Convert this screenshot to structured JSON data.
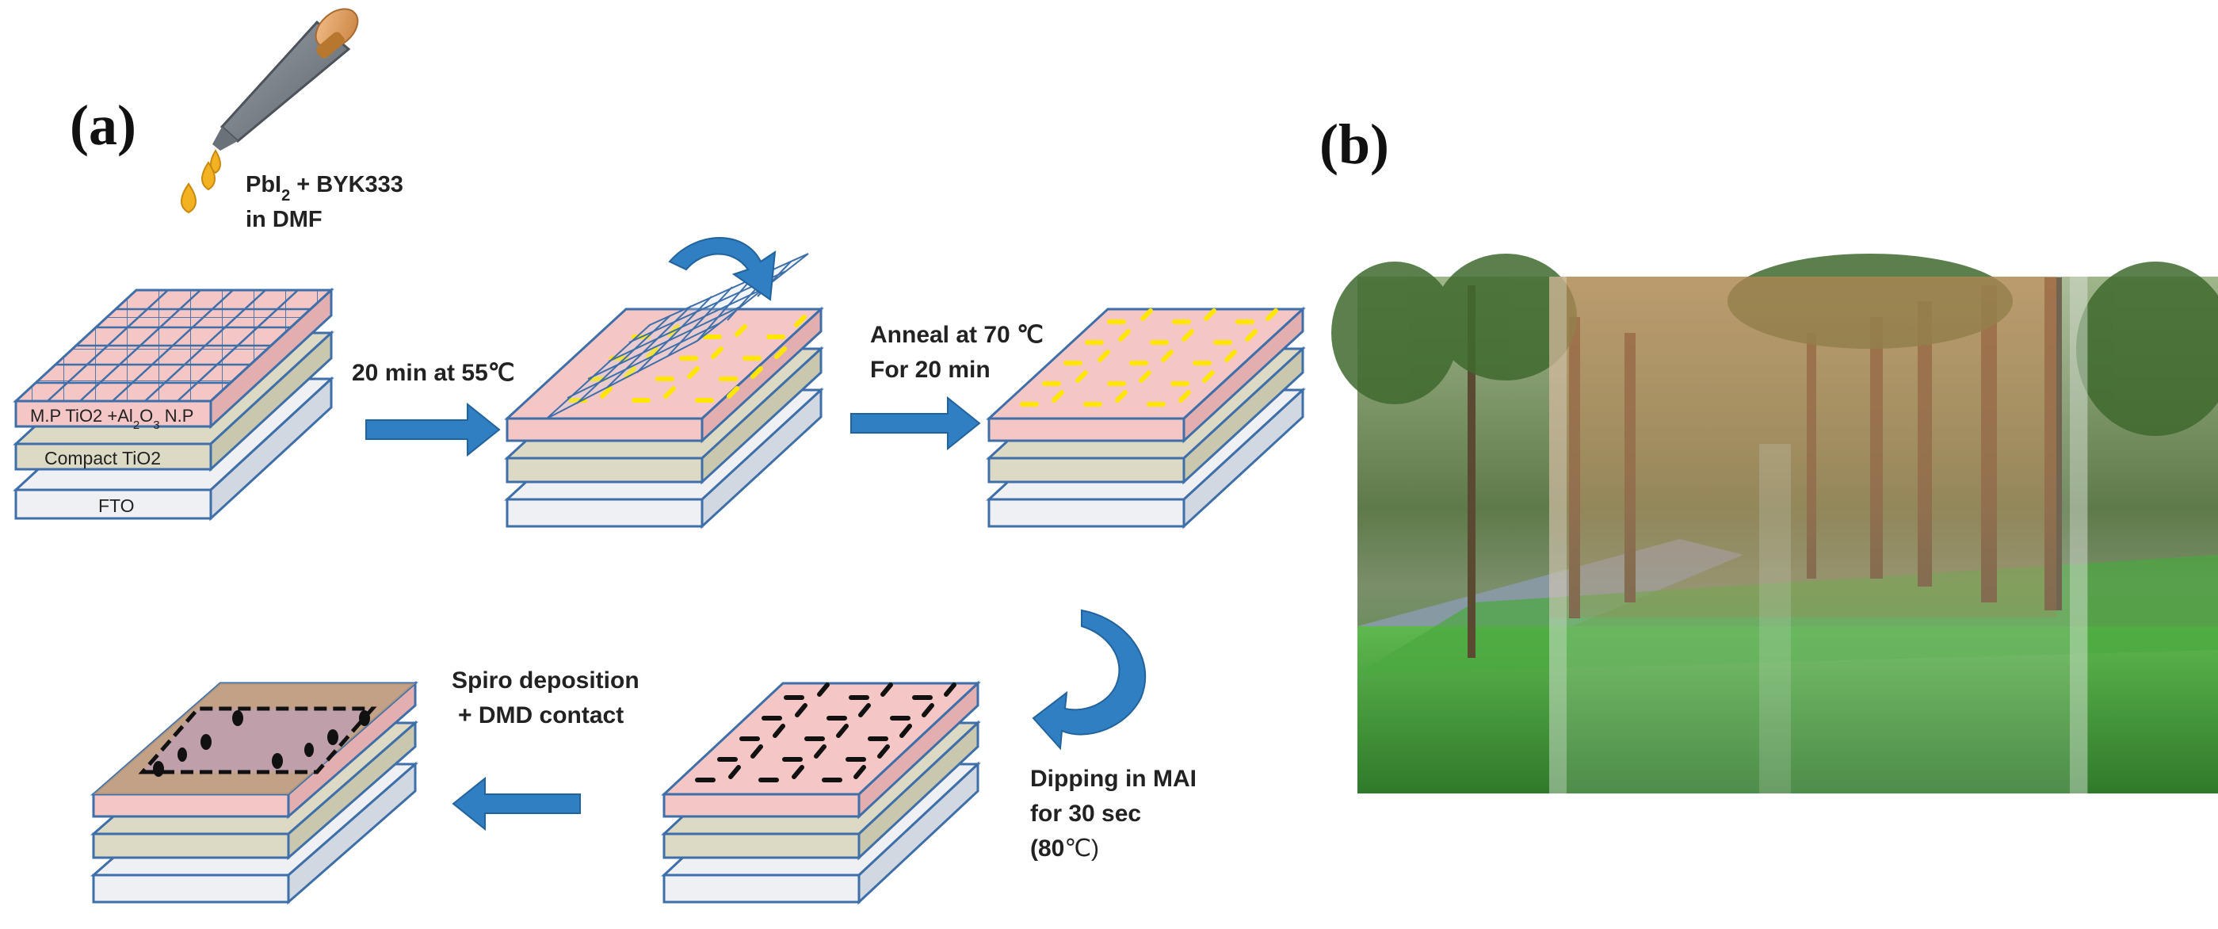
{
  "panel_a": {
    "label": "(a)"
  },
  "panel_b": {
    "label": "(b)"
  },
  "solution": {
    "pbi2": "PbI",
    "sub2": "2",
    "byk": " + BYK333",
    "line2": "in DMF"
  },
  "layers": {
    "mp_prefix": "M.P TiO2 +Al",
    "sub2": "2",
    "o": "O",
    "sub3": "3",
    "np": " N.P",
    "compact": "Compact TiO2",
    "fto": "FTO"
  },
  "steps": {
    "step1": "20 min at 55℃",
    "anneal_line1": "Anneal at 70 ℃",
    "anneal_line2": "For 20 min",
    "dip_line1": "Dipping in MAI",
    "dip_line2": " for 30 sec",
    "dip_line3_bold": "(80",
    "dip_line3_rest": "℃)",
    "spiro_line1": "Spiro deposition",
    "spiro_line2": "+ DMD contact"
  },
  "colors": {
    "pink": "#f4c6c6",
    "beige": "#dcdac4",
    "white_layer": "#eef0f4",
    "outline": "#3f6fa8",
    "arrow": "#2f7fc2",
    "yellow": "#ffe600",
    "brown_top": "#b89a7a"
  },
  "icons": [
    "dropper-icon",
    "drop-icon",
    "mesh-icon",
    "curved-arrow-icon"
  ]
}
